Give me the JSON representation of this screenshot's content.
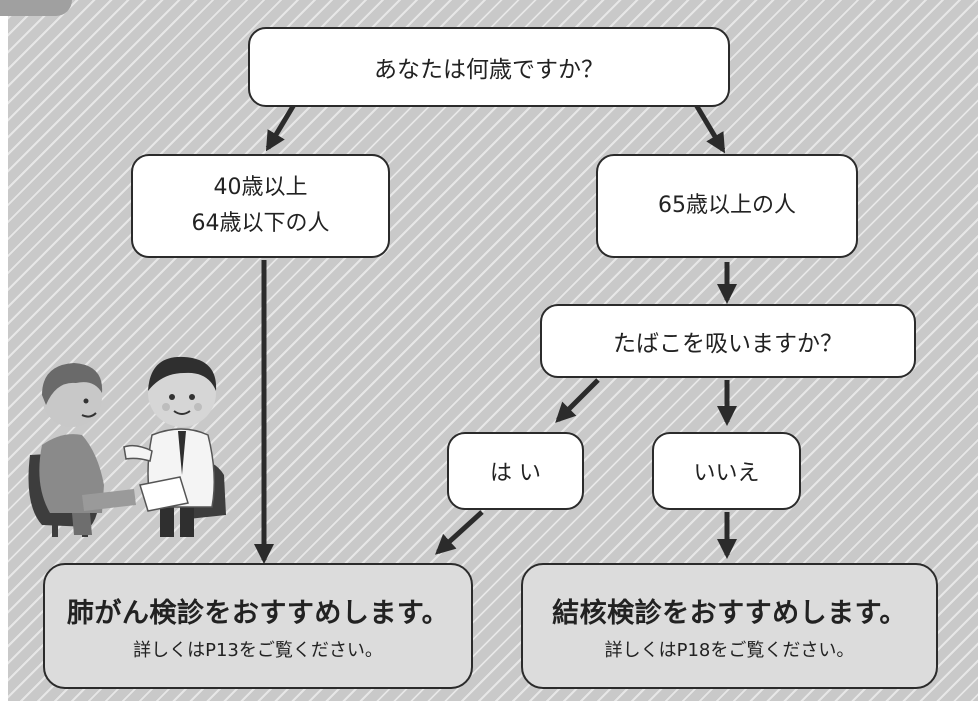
{
  "flowchart": {
    "question_age": "あなたは何歳ですか？",
    "group_40_64_line1": "40歳以上",
    "group_40_64_line2": "64歳以下の人",
    "group_65_plus": "65歳以上の人",
    "question_smoke": "たばこを吸いますか？",
    "answer_yes": "は い",
    "answer_no": "いいえ",
    "result_lung": {
      "title": "肺がん検診をおすすめします。",
      "detail": "詳しくはP13をご覧ください。"
    },
    "result_tb": {
      "title": "結核検診をおすすめします。",
      "detail": "詳しくはP18をご覧ください。"
    }
  },
  "illustration": {
    "description_icon": "doctor-consulting-patient-icon"
  },
  "colors": {
    "background": "#c9c9c9",
    "box_fill": "#ffffff",
    "result_fill": "#dcdcdc",
    "stroke": "#2b2b2b"
  }
}
